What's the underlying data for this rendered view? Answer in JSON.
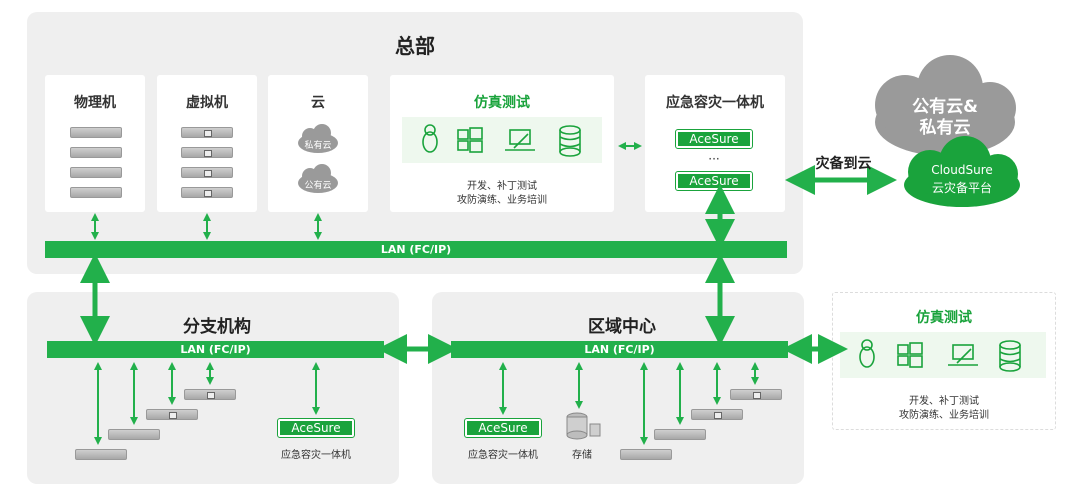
{
  "hq": {
    "title": "总部"
  },
  "physical": {
    "title": "物理机"
  },
  "virtual": {
    "title": "虚拟机"
  },
  "cloud": {
    "title": "云",
    "private": "私有云",
    "public": "公有云"
  },
  "sim_hq": {
    "title": "仿真测试",
    "line1": "开发、补丁测试",
    "line2": "攻防演练、业务培训"
  },
  "appliance_hq": {
    "title": "应急容灾一体机",
    "brand": "AceSure",
    "dots": "···"
  },
  "lan": {
    "label": "LAN (FC/IP)"
  },
  "cloud_backup": {
    "label": "灾备到云"
  },
  "public_private": {
    "line1": "公有云&",
    "line2": "私有云"
  },
  "cloudsure": {
    "name": "CloudSure",
    "sub": "云灾备平台"
  },
  "branch": {
    "title": "分支机构",
    "appliance_label": "应急容灾一体机",
    "brand": "AceSure"
  },
  "region": {
    "title": "区域中心",
    "appliance_label": "应急容灾一体机",
    "storage_label": "存储",
    "brand": "AceSure"
  },
  "sim_right": {
    "title": "仿真测试",
    "line1": "开发、补丁测试",
    "line2": "攻防演练、业务培训"
  },
  "colors": {
    "green": "#22b04b",
    "zone": "#efefef",
    "cloud_gray": "#9a9a9a"
  }
}
